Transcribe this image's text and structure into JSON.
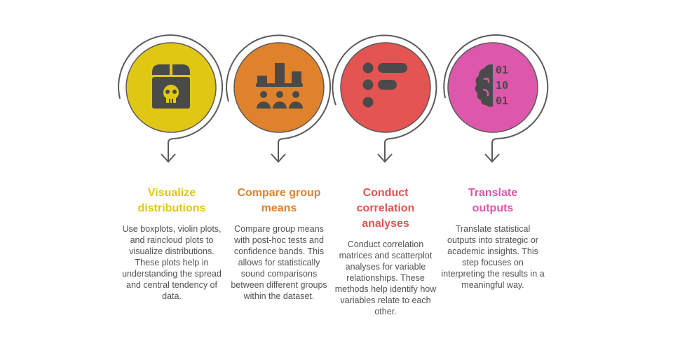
{
  "colors": {
    "outline": "#5a5a5a",
    "icon": "#4a4a4a",
    "text": "#555050"
  },
  "steps": [
    {
      "title_lines": [
        "Visualize",
        "distributions"
      ],
      "title": "Visualize distributions",
      "description": "Use boxplots, violin plots, and raincloud plots to visualize distributions. These plots help in understanding the spread and central tendency of data.",
      "color": "#e0c714",
      "icon": "box-skull-icon"
    },
    {
      "title_lines": [
        "Compare group",
        "means"
      ],
      "title": "Compare group means",
      "description": "Compare group means with post-hoc tests and confidence bands. This allows for statistically sound comparisons between different groups within the dataset.",
      "color": "#e0822c",
      "icon": "bar-chart-audience-icon"
    },
    {
      "title_lines": [
        "Conduct",
        "correlation",
        "analyses"
      ],
      "title": "Conduct correlation analyses",
      "description": "Conduct correlation matrices and scatterplot analyses for variable relationships. These methods help identify how variables relate to each other.",
      "color": "#e35452",
      "icon": "list-bullets-icon"
    },
    {
      "title_lines": [
        "Translate",
        "outputs"
      ],
      "title": "Translate outputs",
      "description": "Translate statistical outputs into strategic or academic insights. This step focuses on interpreting the results in a meaningful way.",
      "color": "#dd57ab",
      "icon": "brain-binary-icon",
      "binary": [
        "01",
        "10",
        "01"
      ]
    }
  ]
}
